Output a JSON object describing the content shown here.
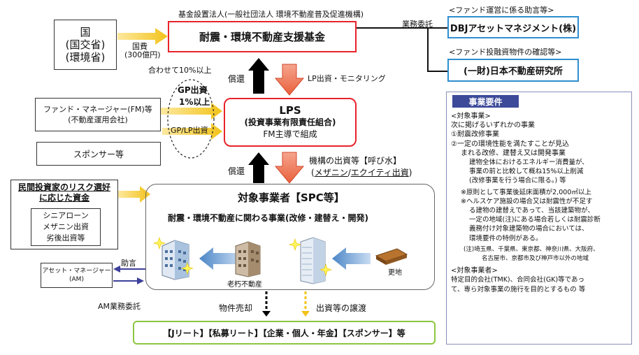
{
  "top": {
    "establisher": "基金設置法人(一般社団法人 環境不動産普及促進機構)",
    "fund_name": "耐震・環境不動産支援基金",
    "outsourcing_label": "業務委託"
  },
  "govt": {
    "line1": "国",
    "line2": "(国交省)",
    "line3": "(環境省)",
    "funding_label_1": "国費",
    "funding_label_2": "(300億円)"
  },
  "advisors": {
    "dbj_caption": "<ファンド運営に係る助言等>",
    "dbj_name": "DBJアセットマネジメント(株)",
    "reri_caption": "<ファンド投融資物件の確認等>",
    "reri_name": "(一財)日本不動産研究所"
  },
  "flows": {
    "repay_label_1": "償還",
    "lp_monitoring": "LP出資・モニタリング",
    "repay_label_2": "償還",
    "org_investment_1": "機構の出資等【呼び水】",
    "org_investment_2_part1": "メザニン",
    "org_investment_2_sep": "/",
    "org_investment_2_part2": "エクイティ出資"
  },
  "left": {
    "total_note": "合わせて10%以上",
    "gp_investment": "GP出資",
    "gp_ratio": "1%以上",
    "gp_lp_investment": "GP/LP出資",
    "fm_line1": "ファンド・マネージャー(FM)等",
    "fm_line2": "(不動産運用会社)",
    "sponsor": "スポンサー等",
    "private_title_1": "民間投資家のリスク選好",
    "private_title_2": "に応じた資金",
    "private_items": [
      "シニアローン",
      "メザニン出資",
      "劣後出資等"
    ],
    "am_line1": "アセット・マネージャー",
    "am_line2": "(AM)",
    "advice_label": "助言",
    "am_outsourcing_label": "AM業務委託"
  },
  "lps": {
    "title": "LPS",
    "subtitle": "(投資事業有限責任組合)",
    "note": "FM主導で組成"
  },
  "target": {
    "title": "対象事業者【SPC等】",
    "subtitle": "耐震・環境不動産に関わる事業(改修・建替え・開発)",
    "old_building_label": "老朽不動産",
    "vacant_land_label": "更地"
  },
  "exit": {
    "property_sale": "物件売却",
    "investment_transfer": "出資等の譲渡",
    "buyers": "【Jリート】【私募リート】【企業・個人・年金】【スポンサー】等"
  },
  "requirements": {
    "header": "事業要件",
    "lines": [
      "<対象事業>",
      "次に掲げるいずれかの事業",
      "①耐震改修事業",
      "②一定の環境性能を満たすことが見込",
      "まれる改修、建替え又は開発事業",
      "建物全体におけるエネルギー消費量が、",
      "事業の前と比較して概ね15%以上削減",
      "(改修事業を行う場合に限る。)  等",
      "※原則として事業後延床面積が2,000㎡以上",
      "※ヘルスケア施設の場合又は耐震性が不足す",
      "る建物の建替えであって、当該建築物が、",
      "一定の地域(注)にある場合若しくは耐震診断",
      "義務付け対象建築物の場合においては、",
      "環境要件の特例がある。",
      "(注)埼玉県、千葉県、東京都、神奈川県、大阪府、",
      "名古屋市、京都市及び神戸市以外の地域",
      "<対象事業者>",
      "特定目的会社(TMK)、合同会社(GK)等であっ",
      "て、専ら対象事業の施行を目的とするもの  等"
    ]
  },
  "colors": {
    "red_border": "#e8232a",
    "blue_border": "#2e8fd0",
    "green_border": "#8cc63f",
    "gold_arrow": "#f2c31a",
    "red_arrow": "#e9603b",
    "blue_arrow": "#4b86c6",
    "navy_header": "#3c4a99"
  },
  "icons": {
    "building_new_1": "building-icon",
    "building_old": "old-building-icon",
    "building_new_2": "tower-building-icon",
    "land": "vacant-land-icon"
  }
}
